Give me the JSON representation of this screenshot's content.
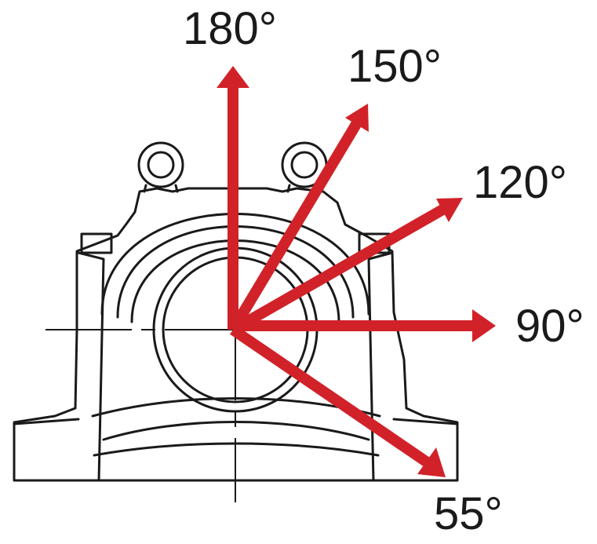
{
  "diagram": {
    "labels": {
      "a180": "180°",
      "a150": "150°",
      "a120": "120°",
      "a90": "90°",
      "a55": "55°"
    },
    "colors": {
      "arrow": "#d12229",
      "outline": "#1a1a1a",
      "background": "#ffffff"
    }
  }
}
